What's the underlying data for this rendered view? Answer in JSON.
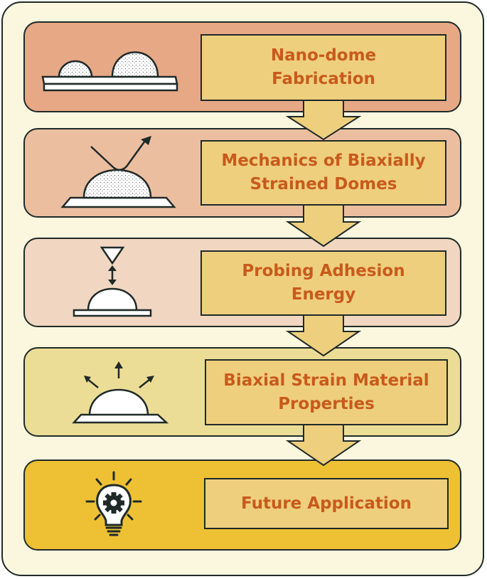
{
  "steps": [
    {
      "label": "Nano-dome\nFabrication",
      "panel_color": "#e7a886"
    },
    {
      "label": "Mechanics of Biaxially\nStrained Domes",
      "panel_color": "#ecbea0"
    },
    {
      "label": "Probing Adhesion\nEnergy",
      "panel_color": "#f1d6c1"
    },
    {
      "label": "Biaxial Strain Material\nProperties",
      "panel_color": "#ecdd96"
    },
    {
      "label": "Future Application",
      "panel_color": "#eec134"
    }
  ],
  "icons": [
    "nano-domes-icon",
    "curved-path-dome-icon",
    "probe-tip-dome-icon",
    "strain-arrows-dome-icon",
    "lightbulb-gear-icon"
  ],
  "colors": {
    "label_box": "#eecf7e",
    "label_text": "#c85a1c",
    "outline": "#1f2a28",
    "background": "#fbf7df"
  }
}
